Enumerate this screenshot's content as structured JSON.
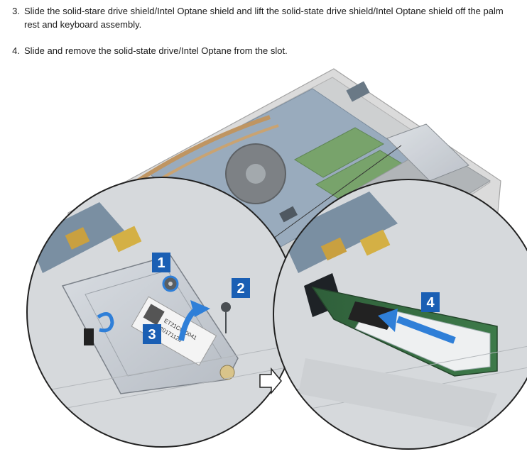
{
  "steps": [
    {
      "number": "3.",
      "text": "Slide the solid-stare drive shield/Intel Optane shield and lift the solid-state drive shield/Intel Optane shield off the palm rest and keyboard assembly."
    },
    {
      "number": "4.",
      "text": "Slide and remove the solid-state drive/Intel Optane from the slot."
    }
  ],
  "figure": {
    "callouts": [
      "1",
      "2",
      "3",
      "4"
    ],
    "label_code": "ET21C000041",
    "label_date": "20171120"
  },
  "colors": {
    "callout_fill": "#1a5fb4",
    "arrow_blue": "#2f7fd8"
  }
}
